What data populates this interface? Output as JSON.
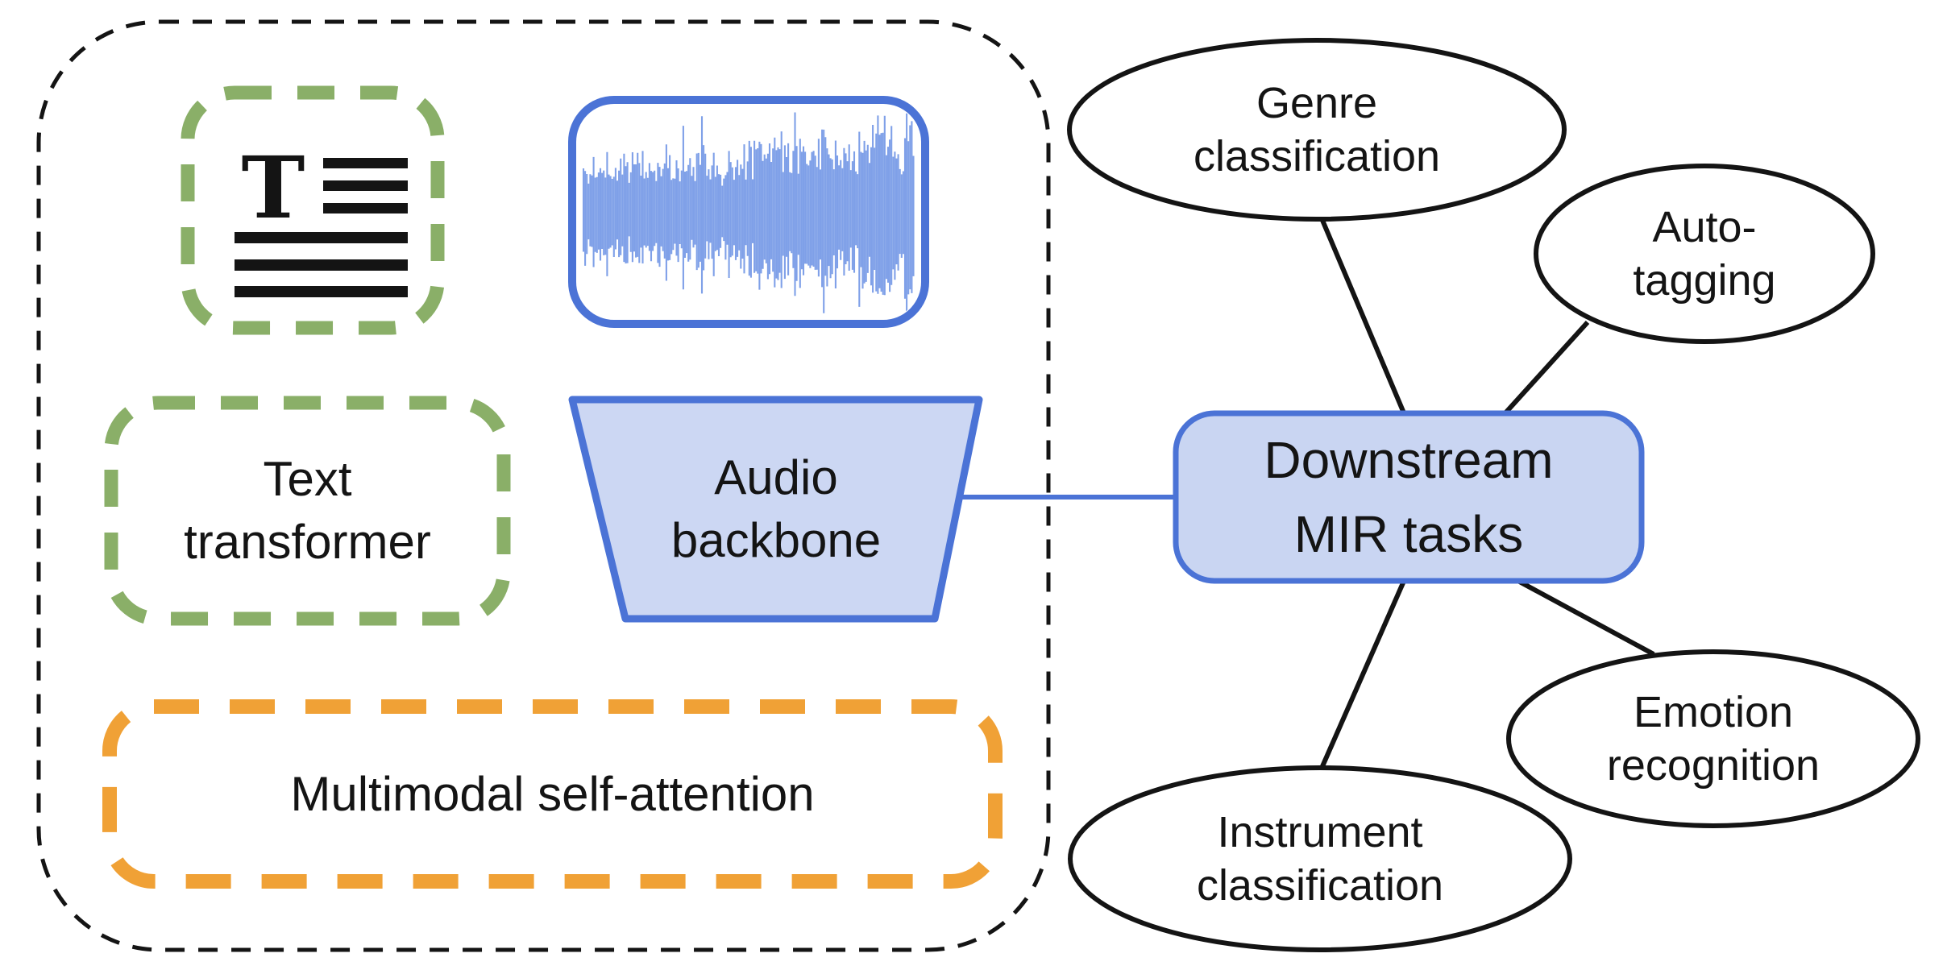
{
  "figure": {
    "model": {
      "text_icon": {
        "icon": "text-document-icon",
        "glyph": "T"
      },
      "audio_icon": {
        "icon": "audio-waveform-icon"
      },
      "text_encoder_label": "Text\ntransformer",
      "audio_encoder_label": "Audio\nbackbone",
      "fusion_label": "Multimodal self-attention"
    },
    "downstream": {
      "hub_label": "Downstream\nMIR tasks",
      "tasks": [
        "Genre\nclassification",
        "Auto-\ntagging",
        "Emotion\nrecognition",
        "Instrument\nclassification"
      ]
    },
    "colors": {
      "blue_stroke": "#4b73d6",
      "blue_fill_trapezoid": "#ccd7f3",
      "blue_fill_hub": "#c9d5f2",
      "waveform_blue": "#7fa0e8",
      "green_dash": "#8aaf68",
      "orange_dash": "#f0a136",
      "outline_black": "#141414",
      "background": "#ffffff"
    }
  }
}
